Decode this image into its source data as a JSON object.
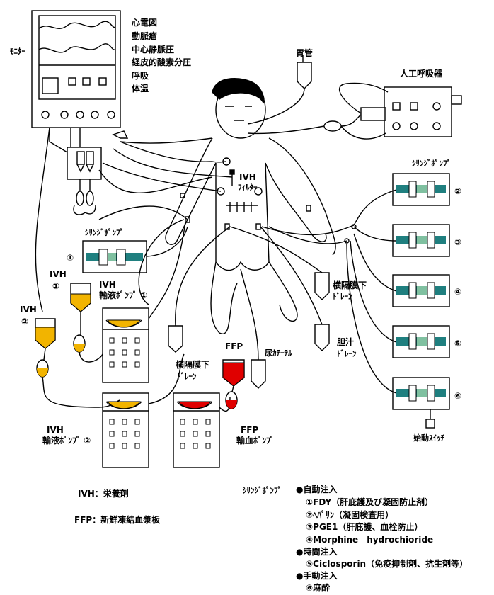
{
  "monitor": {
    "label": "ﾓﾆﾀｰ",
    "items": [
      "心電図",
      "動脈瘤",
      "中心静脈圧",
      "経皮的酸素分圧",
      "呼吸",
      "体温"
    ]
  },
  "labels": {
    "stomach_tube": "胃管",
    "ventilator": "人工呼吸器",
    "ivh_filter_1": "IVH",
    "ivh_filter_2": "ﾌｨﾙﾀｰ",
    "syringe_pump_left": "ｼﾘﾝｼﾞﾎﾟﾝﾌﾟ",
    "syringe_pump_right": "ｼﾘﾝｼﾞﾎﾟﾝﾌﾟ",
    "left_pump_num": "①",
    "ivh1_a": "IVH",
    "ivh1_b": "①",
    "ivh2_a": "IVH",
    "ivh2_b": "②",
    "infusion_pump1_a": "IVH",
    "infusion_pump1_b": "輸液ﾎﾟﾝﾌﾟ ①",
    "infusion_pump2_a": "IVH",
    "infusion_pump2_b": "輸液ﾎﾟﾝﾌﾟ ②",
    "subphrenic_drain_r_a": "横隔膜下",
    "subphrenic_drain_r_b": "ﾄﾞﾚｰﾝ",
    "subphrenic_drain_l_a": "横隔膜下",
    "subphrenic_drain_l_b": "ﾄﾞﾚｰﾝ",
    "bile_drain_a": "胆汁",
    "bile_drain_b": "ﾄﾞﾚｰﾝ",
    "urine_catheter": "尿ｶﾃｰﾃﾙ",
    "ffp_bag": "FFP",
    "ffp_pump_a": "FFP",
    "ffp_pump_b": "輸血ﾎﾟﾝﾌﾟ",
    "start_switch": "始動ｽｲｯﾁ",
    "pump_nums": [
      "②",
      "③",
      "④",
      "⑤",
      "⑥"
    ]
  },
  "legend": {
    "ivh_def": "IVH：栄養剤",
    "ffp_def": "FFP：新鮮凍結血漿板",
    "syringe_title": "ｼﾘﾝｼﾞﾎﾟﾝﾌﾟ",
    "lines": [
      "●自動注入",
      "①FDY（肝庇護及び凝固防止剤）",
      "②ﾍﾊﾟﾘﾝ（凝固検査用）",
      "③PGE1（肝庇護、血栓防止）",
      "④Morphine　hydrochioride",
      "●時間注入",
      "⑤Ciclosporin（免疫抑制剤、抗生剤等）",
      "●手動注入",
      "⑥麻酔"
    ]
  },
  "colors": {
    "pump_teal": "#1f7f7f",
    "pump_green": "#7fc0a0",
    "iv_fluid": "#f2b400",
    "ffp_blood": "#e00000"
  }
}
